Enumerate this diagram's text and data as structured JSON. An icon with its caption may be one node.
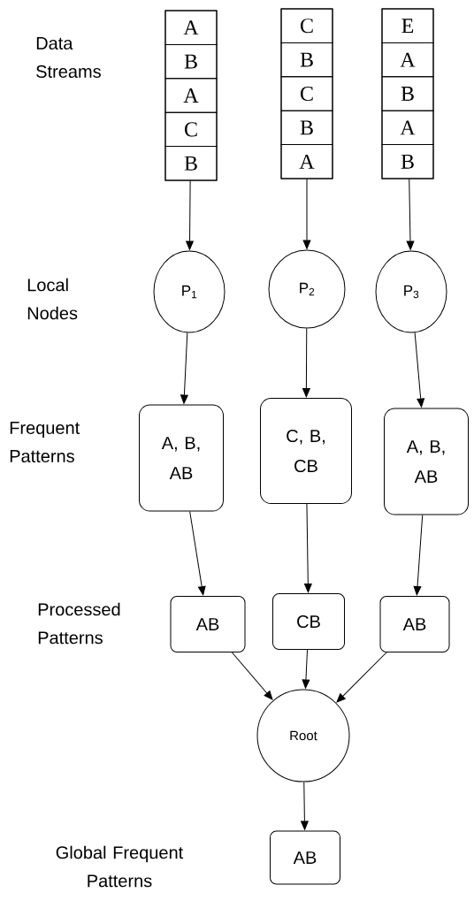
{
  "diagram": {
    "nodes": [
      {
        "text": [],
        "shape": "box"
      },
      {
        "text": [
          "A"
        ],
        "in": 0
      },
      {
        "text": [
          "B"
        ],
        "in": 0
      },
      {
        "text": [
          "A"
        ],
        "in": 0
      },
      {
        "text": [
          "C"
        ],
        "in": 0
      },
      {
        "text": [
          "B"
        ],
        "in": 0
      },
      {
        "text": [],
        "shape": "box"
      },
      {
        "text": [
          "C"
        ],
        "in": 6
      },
      {
        "text": [
          "B"
        ],
        "in": 6
      },
      {
        "text": [
          "C"
        ],
        "in": 6
      },
      {
        "text": [
          "B"
        ],
        "in": 6
      },
      {
        "text": [
          "A"
        ],
        "in": 6
      },
      {
        "text": [],
        "shape": "box"
      },
      {
        "text": [
          "E"
        ],
        "in": 12
      },
      {
        "text": [
          "A"
        ],
        "in": 12
      },
      {
        "text": [
          "B"
        ],
        "in": 12
      },
      {
        "text": [
          "A"
        ],
        "in": 12
      },
      {
        "text": [
          "B"
        ],
        "in": 12
      },
      {
        "text": [
          "P$_{1}$"
        ]
      },
      {
        "text": [
          "P$_{2}$"
        ]
      },
      {
        "text": [
          "P$_{3}$"
        ]
      },
      {
        "text": [
          "A, B, AB"
        ]
      },
      {
        "text": [
          "C, B, CB"
        ]
      },
      {
        "text": [
          "A, B, AB"
        ]
      },
      {
        "text": [
          "AB"
        ]
      },
      {
        "text": [
          "CB"
        ]
      },
      {
        "text": [
          "AB"
        ]
      },
      {
        "text": [
          "Root"
        ]
      },
      {
        "text": [
          "AB"
        ]
      }
    ],
    "edges": [
      {
        "from": 0,
        "to": 18,
        "arrow": "to"
      },
      {
        "from": 6,
        "to": 19,
        "arrow": "to"
      },
      {
        "from": 12,
        "to": 20,
        "arrow": "to"
      },
      {
        "from": 18,
        "to": 21,
        "arrow": "to"
      },
      {
        "from": 19,
        "to": 22,
        "arrow": "to"
      },
      {
        "from": 20,
        "to": 23,
        "arrow": "to"
      },
      {
        "from": 21,
        "to": 24,
        "arrow": "to"
      },
      {
        "from": 22,
        "to": 25,
        "arrow": "to"
      },
      {
        "from": 23,
        "to": 26,
        "arrow": "to"
      },
      {
        "from": 24,
        "to": 27,
        "arrow": "to"
      },
      {
        "from": 25,
        "to": 27,
        "arrow": "to"
      },
      {
        "from": 26,
        "to": 27,
        "arrow": "to"
      },
      {
        "from": 27,
        "to": 28,
        "arrow": "to"
      }
    ],
    "labels": [
      "Data Streams",
      "Local Nodes",
      "Frequent Patterns",
      "Processed Patterns",
      "Global Frequent Patterns"
    ]
  }
}
